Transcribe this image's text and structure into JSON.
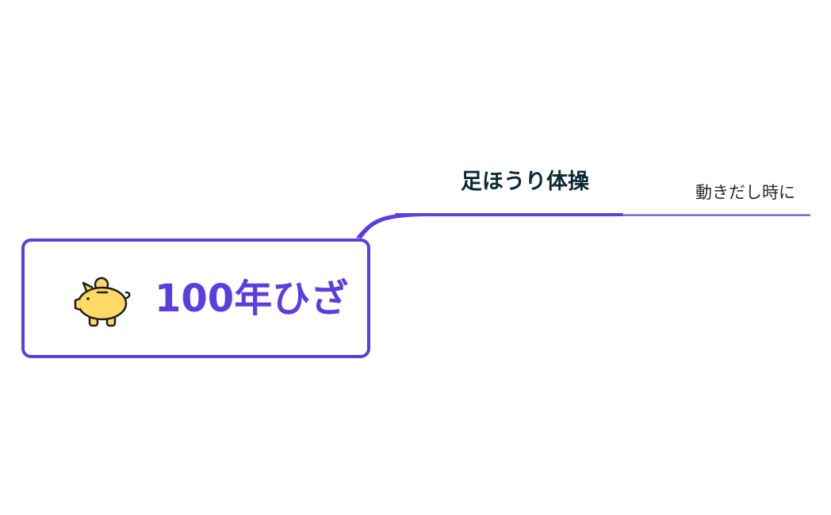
{
  "root": {
    "title": "100年ひざ",
    "icon": "piggy-bank-icon"
  },
  "branch": {
    "label": "足ほうり体操"
  },
  "subtopic": {
    "label": "動きだし時に"
  },
  "colors": {
    "accent": "#5b3ee0",
    "branch_text": "#0c2a33",
    "subtopic_text": "#1e2d33",
    "icon_fill": "#ffd966",
    "icon_outline": "#1d1d1d"
  }
}
